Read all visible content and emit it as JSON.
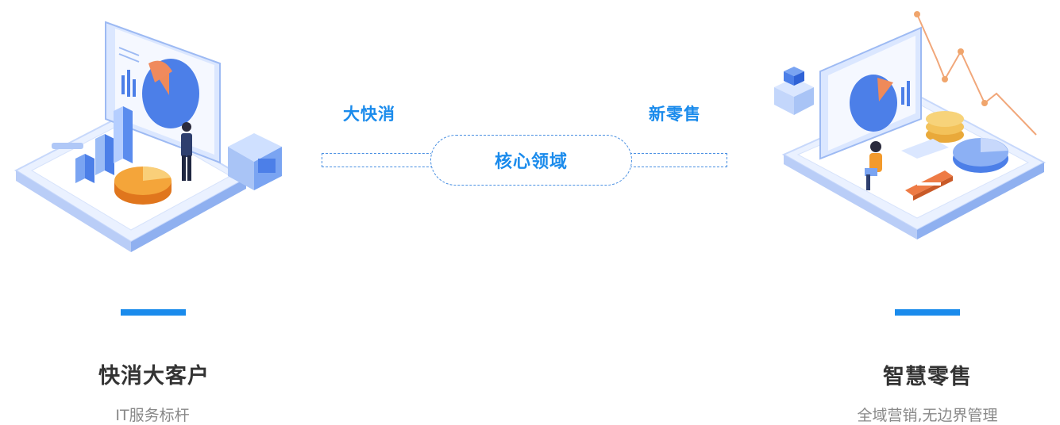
{
  "colors": {
    "accent": "#1a8bec",
    "title": "#333333",
    "subtitle": "#888888",
    "dash": "#4a90e2"
  },
  "diagram": {
    "left_label": "大快消",
    "right_label": "新零售",
    "center_label": "核心领域"
  },
  "cards": [
    {
      "title": "快消大客户",
      "subtitle": "IT服务标杆"
    },
    {
      "title": "智慧零售",
      "subtitle": "全域营销,无边界管理"
    }
  ],
  "illustrations": {
    "left": "isometric-fmcg-dashboard-illustration",
    "right": "isometric-smart-retail-illustration"
  }
}
